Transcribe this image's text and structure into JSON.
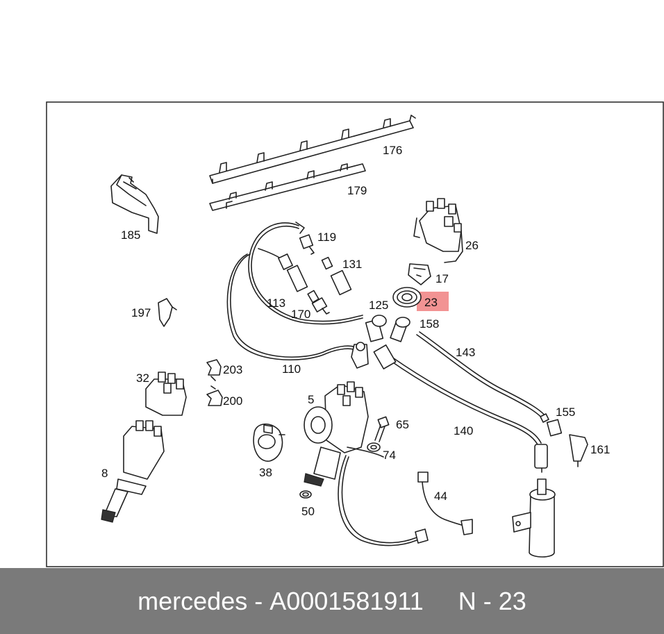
{
  "labels": {
    "p176": "176",
    "p179": "179",
    "p185": "185",
    "p119": "119",
    "p131": "131",
    "p26": "26",
    "p17": "17",
    "p23": "23",
    "p158": "158",
    "p125": "125",
    "p113": "113",
    "p170": "170",
    "p197": "197",
    "p143": "143",
    "p110": "110",
    "p203": "203",
    "p32": "32",
    "p200": "200",
    "p5": "5",
    "p65": "65",
    "p155": "155",
    "p140": "140",
    "p161": "161",
    "p74": "74",
    "p38": "38",
    "p8": "8",
    "p44": "44",
    "p50": "50"
  },
  "highlight_color": "#f08080",
  "footer": {
    "brand": "mercedes",
    "sep1": " - ",
    "part_number": "A0001581911",
    "gap": "     ",
    "position_label": "N - 23"
  }
}
